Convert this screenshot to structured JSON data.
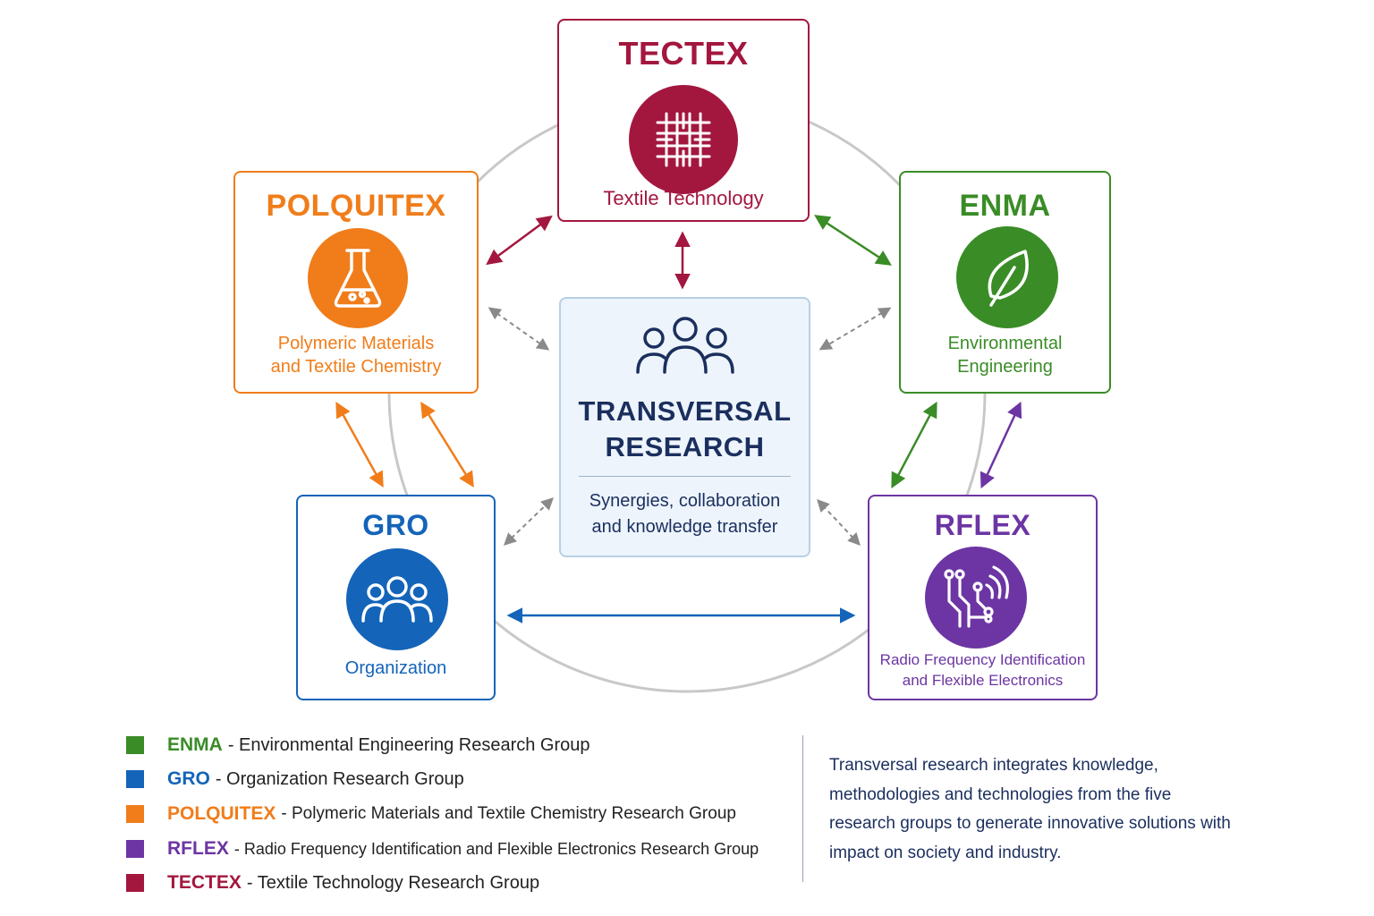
{
  "colors": {
    "tectex": "#a3173f",
    "polquitex": "#f07d1a",
    "enma": "#3a8c27",
    "gro": "#1464b9",
    "rflex": "#6c35a3",
    "center": "#1b2f5e",
    "ring": "#c8c8c8",
    "dashed": "#8a8a8a"
  },
  "nodes": {
    "tectex": {
      "title": "TECTEX",
      "subtitle": "Textile Technology",
      "icon": "textile-grid-icon"
    },
    "polquitex": {
      "title": "POLQUITEX",
      "subtitle_line1": "Polymeric Materials",
      "subtitle_line2": "and Textile Chemistry",
      "icon": "flask-icon"
    },
    "enma": {
      "title": "ENMA",
      "subtitle_line1": "Environmental",
      "subtitle_line2": "Engineering",
      "icon": "leaf-icon"
    },
    "gro": {
      "title": "GRO",
      "subtitle": "Organization",
      "icon": "people-icon"
    },
    "rflex": {
      "title": "RFLEX",
      "subtitle_line1": "Radio Frequency Identification",
      "subtitle_line2": "and Flexible Electronics",
      "icon": "rfid-circuit-icon"
    }
  },
  "center": {
    "title_line1": "TRANSVERSAL",
    "title_line2": "RESEARCH",
    "subtitle_line1": "Synergies, collaboration",
    "subtitle_line2": "and knowledge transfer",
    "icon": "people-icon"
  },
  "legend": [
    {
      "code": "ENMA",
      "desc": "- Environmental Engineering Research Group",
      "color": "#3a8c27"
    },
    {
      "code": "GRO",
      "desc": "- Organization Research Group",
      "color": "#1464b9"
    },
    {
      "code": "POLQUITEX",
      "desc": "- Polymeric Materials and Textile Chemistry Research Group",
      "color": "#f07d1a"
    },
    {
      "code": "RFLEX",
      "desc": "- Radio Frequency Identification and Flexible Electronics Research Group",
      "color": "#6c35a3"
    },
    {
      "code": "TECTEX",
      "desc": "- Textile Technology Research Group",
      "color": "#a3173f"
    }
  ],
  "summary": "Transversal research integrates knowledge, methodologies and technologies from the five research groups to generate innovative solutions with impact on society and industry."
}
